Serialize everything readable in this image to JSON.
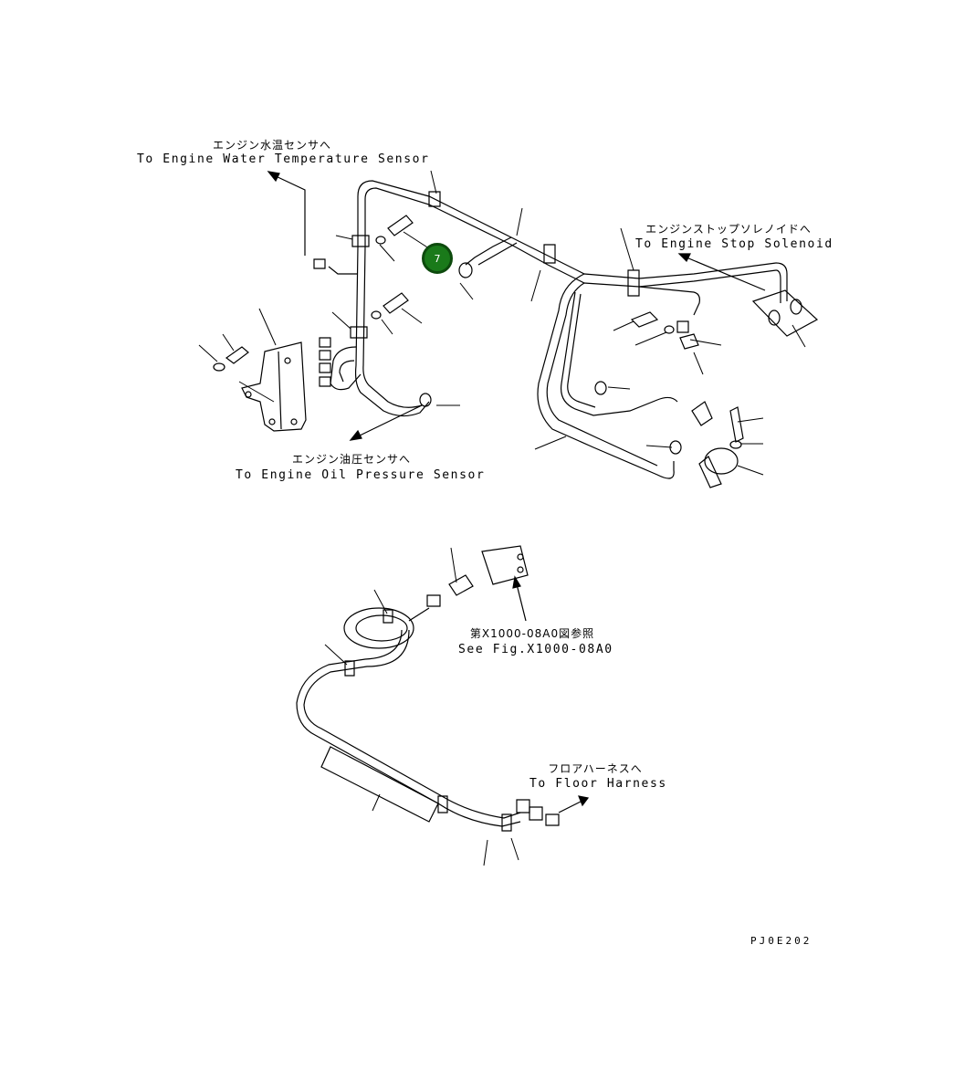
{
  "labels": {
    "water_temp_jp": "エンジン水温センサへ",
    "water_temp_en": "To Engine Water Temperature Sensor",
    "stop_solenoid_jp": "エンジンストップソレノイドへ",
    "stop_solenoid_en": "To Engine Stop Solenoid",
    "oil_pressure_jp": "エンジン油圧センサへ",
    "oil_pressure_en": "To Engine Oil Pressure Sensor",
    "fig_ref_jp": "第X1000-08A0図参照",
    "fig_ref_en": "See Fig.X1000-08A0",
    "floor_harness_jp": "フロアハーネスへ",
    "floor_harness_en": "To Floor Harness",
    "drawing_code": "PJ0E202"
  },
  "marker": {
    "label": "7",
    "color": "#1a7a1a"
  }
}
